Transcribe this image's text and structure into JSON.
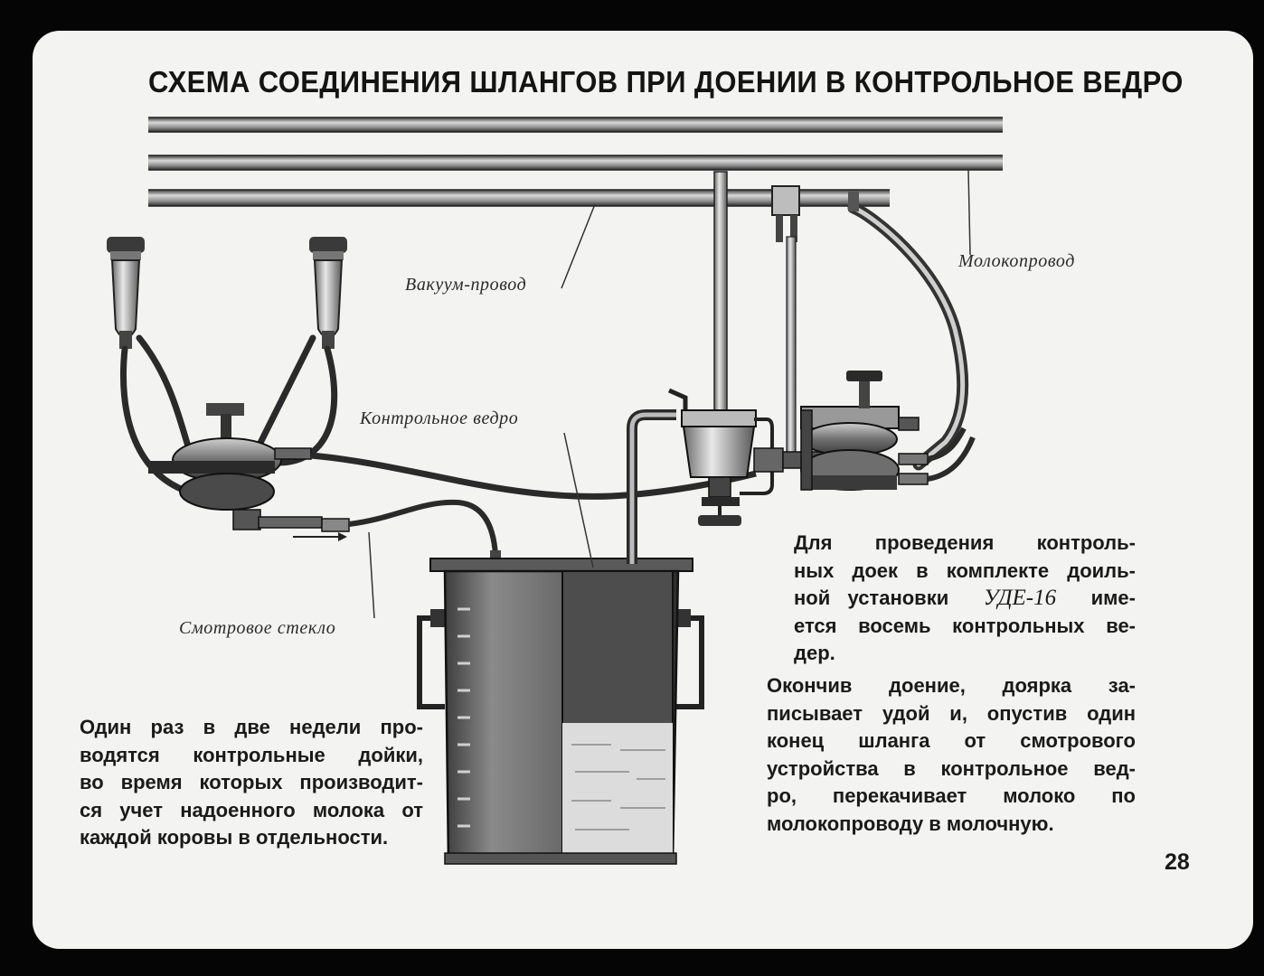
{
  "title": "СХЕМА СОЕДИНЕНИЯ ШЛАНГОВ ПРИ ДОЕНИИ В КОНТРОЛЬНОЕ ВЕДРО",
  "labels": {
    "vacuum_line": "Вакуум-провод",
    "milk_line": "Молокопровод",
    "control_bucket": "Контрольное ведро",
    "sight_glass": "Смотровое стекло"
  },
  "text_left": {
    "lines": [
      "Один раз в две недели про-",
      "водятся контрольные дойки,",
      "во время которых производит-",
      "ся учет надоенного молока от",
      "каждой коровы в отдельности."
    ]
  },
  "text_right_1": {
    "line1": "Для проведения контроль-",
    "line2": "ных доек в комплекте доиль-",
    "line3_before": "ной установки",
    "model": "УДЕ-16",
    "line3_after": "име-",
    "line4": "ется восемь контрольных ве-",
    "line5": "дер."
  },
  "text_right_2": {
    "lines": [
      "Окончив доение, доярка за-",
      "писывает удой и, опустив один",
      "конец шланга от смотрового",
      "устройства в контрольное вед-",
      "ро, перекачивает молоко по",
      "молокопроводу в молочную."
    ]
  },
  "page_number": "28"
}
